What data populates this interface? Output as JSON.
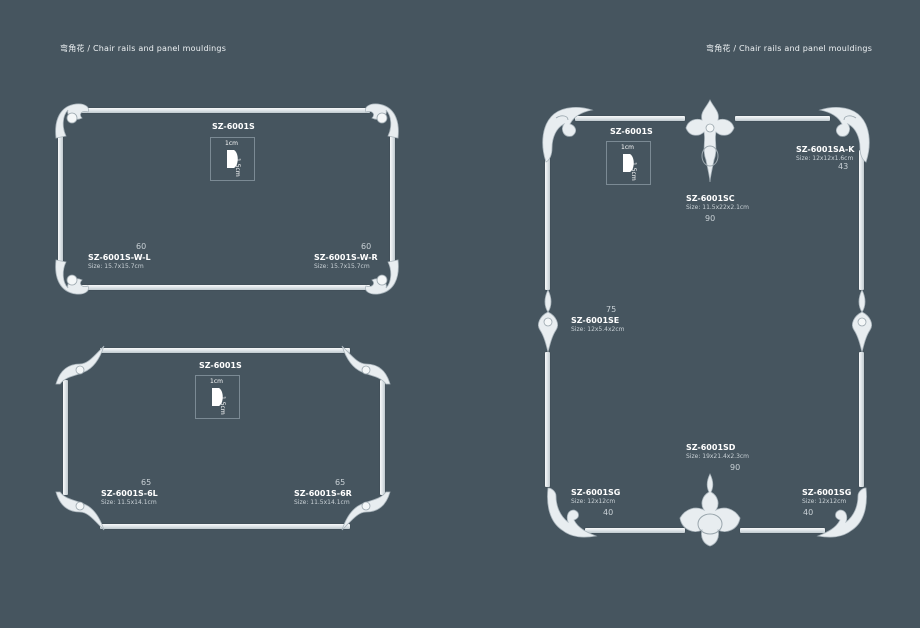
{
  "header": {
    "left_title": "弯角花 / Chair rails and panel mouldings",
    "right_title": "弯角花 / Chair rails and panel mouldings"
  },
  "panel1": {
    "profile_code": "SZ-6001S",
    "profile_width": "1cm",
    "profile_height": "1.5cm",
    "left_code": "SZ-6001S-W-L",
    "left_size": "Size: 15.7x15.7cm",
    "left_num": "60",
    "right_code": "SZ-6001S-W-R",
    "right_size": "Size: 15.7x15.7cm",
    "right_num": "60"
  },
  "panel2": {
    "profile_code": "SZ-6001S",
    "profile_width": "1cm",
    "profile_height": "1.5cm",
    "left_code": "SZ-6001S-6L",
    "left_size": "Size: 11.5x14.1cm",
    "left_num": "65",
    "right_code": "SZ-6001S-6R",
    "right_size": "Size: 11.5x14.1cm",
    "right_num": "65"
  },
  "panel3": {
    "profile_code": "SZ-6001S",
    "profile_width": "1cm",
    "profile_height": "1.5cm",
    "corner_top_code": "SZ-6001SA-K",
    "corner_top_size": "Size: 12x12x1.6cm",
    "corner_top_num": "43",
    "center_top_code": "SZ-6001SC",
    "center_top_size": "Size: 11.5x22x2.1cm",
    "center_top_num": "90",
    "side_code": "SZ-6001SE",
    "side_size": "Size: 12x5.4x2cm",
    "side_num": "75",
    "center_bottom_code": "SZ-6001SD",
    "center_bottom_size": "Size: 19x21.4x2.3cm",
    "center_bottom_num": "90",
    "corner_bl_code": "SZ-6001SG",
    "corner_bl_size": "Size: 12x12cm",
    "corner_bl_num": "40",
    "corner_br_code": "SZ-6001SG",
    "corner_br_size": "Size: 12x12cm",
    "corner_br_num": "40"
  },
  "colors": {
    "background": "#46555f",
    "moulding": "#e8edf0",
    "text": "#ffffff"
  }
}
